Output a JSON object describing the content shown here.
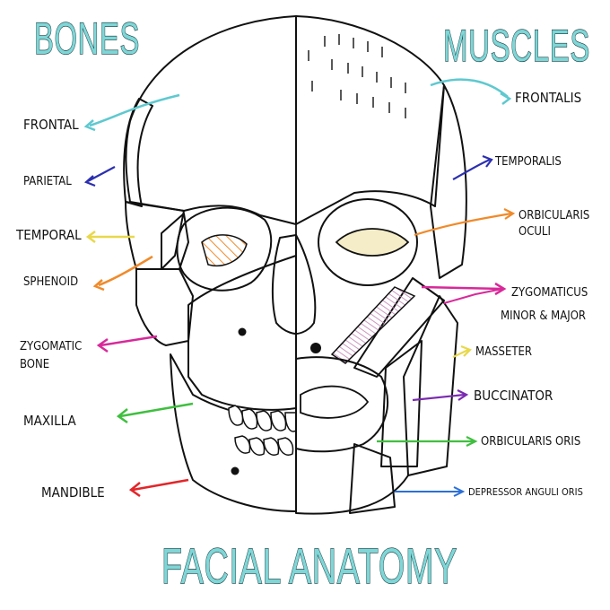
{
  "titles": {
    "bones": "BONES",
    "muscles": "MUSCLES",
    "main": "FACIAL ANATOMY"
  },
  "bones": [
    {
      "id": "frontal",
      "label": "FRONTAL",
      "color": "#5ec9cf"
    },
    {
      "id": "parietal",
      "label": "PARIETAL",
      "color": "#2b2fb0"
    },
    {
      "id": "temporal",
      "label": "TEMPORAL",
      "color": "#e8d84a"
    },
    {
      "id": "sphenoid",
      "label": "SPHENOID",
      "color": "#f08a2a"
    },
    {
      "id": "zygomatic",
      "label1": "ZYGOMATIC",
      "label2": "BONE",
      "color": "#d8299a"
    },
    {
      "id": "maxilla",
      "label": "MAXILLA",
      "color": "#3fbf3f"
    },
    {
      "id": "mandible",
      "label": "MANDIBLE",
      "color": "#e2262a"
    }
  ],
  "muscles": [
    {
      "id": "frontalis",
      "label": "FRONTALIS",
      "color": "#5ec9cf"
    },
    {
      "id": "temporalis",
      "label": "TEMPORALIS",
      "color": "#2b2fb0"
    },
    {
      "id": "orbicularis_oculi",
      "label1": "ORBICULARIS",
      "label2": "OCULI",
      "color": "#f08a2a"
    },
    {
      "id": "zygomaticus",
      "label1": "ZYGOMATICUS",
      "label2": "MINOR & MAJOR",
      "color": "#d8299a"
    },
    {
      "id": "masseter",
      "label": "MASSETER",
      "color": "#e8d84a"
    },
    {
      "id": "buccinator",
      "label": "BUCCINATOR",
      "color": "#7a2bb0"
    },
    {
      "id": "orbicularis_oris",
      "label": "ORBICULARIS  ORIS",
      "color": "#3fbf3f"
    },
    {
      "id": "depressor",
      "label": "DEPRESSOR  ANGULI  ORIS",
      "color": "#2b6fd8"
    }
  ]
}
